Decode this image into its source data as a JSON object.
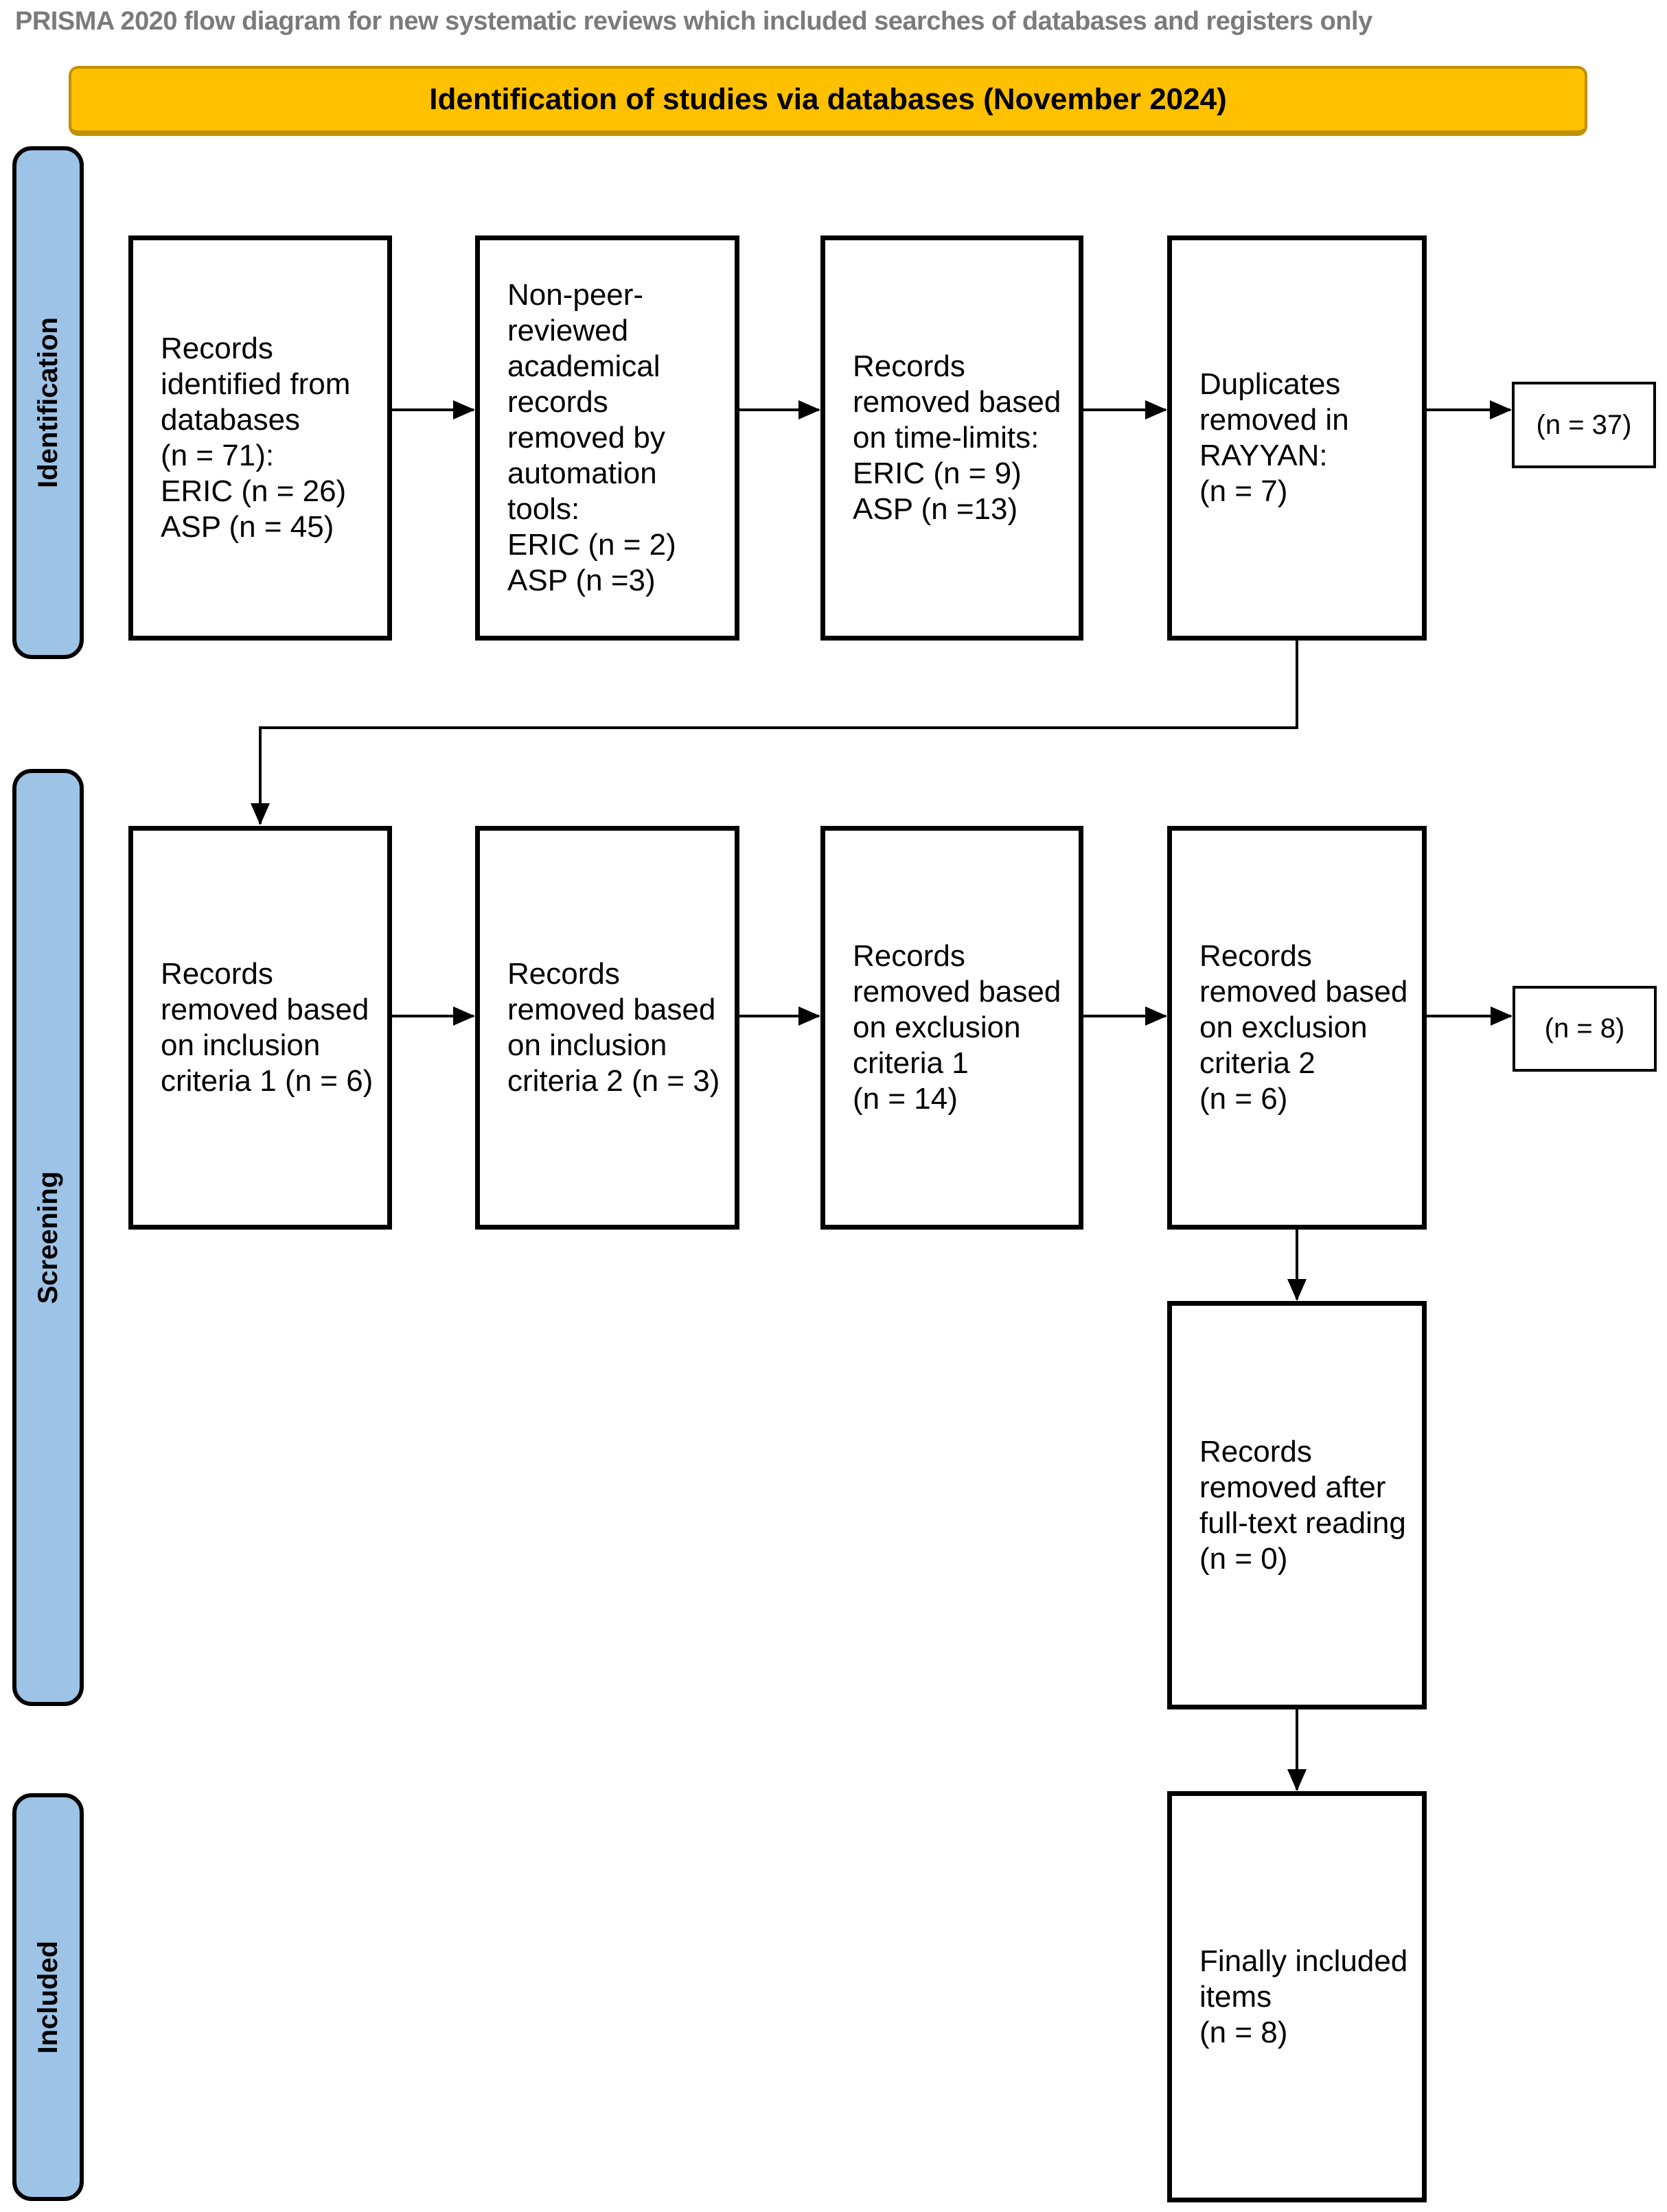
{
  "page": {
    "title": "PRISMA 2020 flow diagram for new systematic reviews which included searches of databases and registers only"
  },
  "banner": {
    "label": "Identification of studies via databases (November 2024)"
  },
  "sidebar": {
    "stages": [
      {
        "label": "Identification"
      },
      {
        "label": "Screening"
      },
      {
        "label": "Included"
      }
    ]
  },
  "boxes": {
    "identified": {
      "lines": [
        "Records",
        "identified from",
        "databases",
        "(n = 71):",
        "ERIC (n = 26)",
        "ASP (n = 45)"
      ]
    },
    "nonpeer": {
      "lines": [
        "Non-peer-",
        "reviewed",
        "academical",
        "records",
        "removed by",
        "automation",
        "tools:",
        "ERIC (n = 2)",
        "ASP (n =3)"
      ]
    },
    "timelimits": {
      "lines": [
        "Records",
        "removed based",
        "on time-limits:",
        "ERIC (n = 9)",
        "ASP (n =13)"
      ]
    },
    "duplicates": {
      "lines": [
        "Duplicates",
        "removed in",
        "RAYYAN:",
        "(n = 7)"
      ]
    },
    "dup_result": {
      "lines": [
        "(n = 37)"
      ]
    },
    "inclusion1": {
      "lines": [
        "Records",
        "removed based",
        "on inclusion",
        "criteria 1 (n = 6)"
      ]
    },
    "inclusion2": {
      "lines": [
        "Records",
        "removed based",
        "on inclusion",
        "criteria 2 (n = 3)"
      ]
    },
    "exclusion1": {
      "lines": [
        "Records",
        "removed based",
        "on exclusion",
        "criteria 1",
        "(n = 14)"
      ]
    },
    "exclusion2": {
      "lines": [
        "Records",
        "removed based",
        "on exclusion",
        "criteria 2",
        "(n = 6)"
      ]
    },
    "excl_result": {
      "lines": [
        "(n = 8)"
      ]
    },
    "fulltext": {
      "lines": [
        "Records",
        "removed after",
        "full-text reading",
        "(n = 0)"
      ]
    },
    "final": {
      "lines": [
        "Finally included",
        "items",
        "(n = 8)"
      ]
    }
  },
  "colors": {
    "banner_fill": "#FFC000",
    "banner_border": "#BF9000",
    "stage_fill": "#9DC3E6",
    "box_border": "#000000",
    "title_text": "#7B7B7B",
    "connector": "#000000"
  }
}
